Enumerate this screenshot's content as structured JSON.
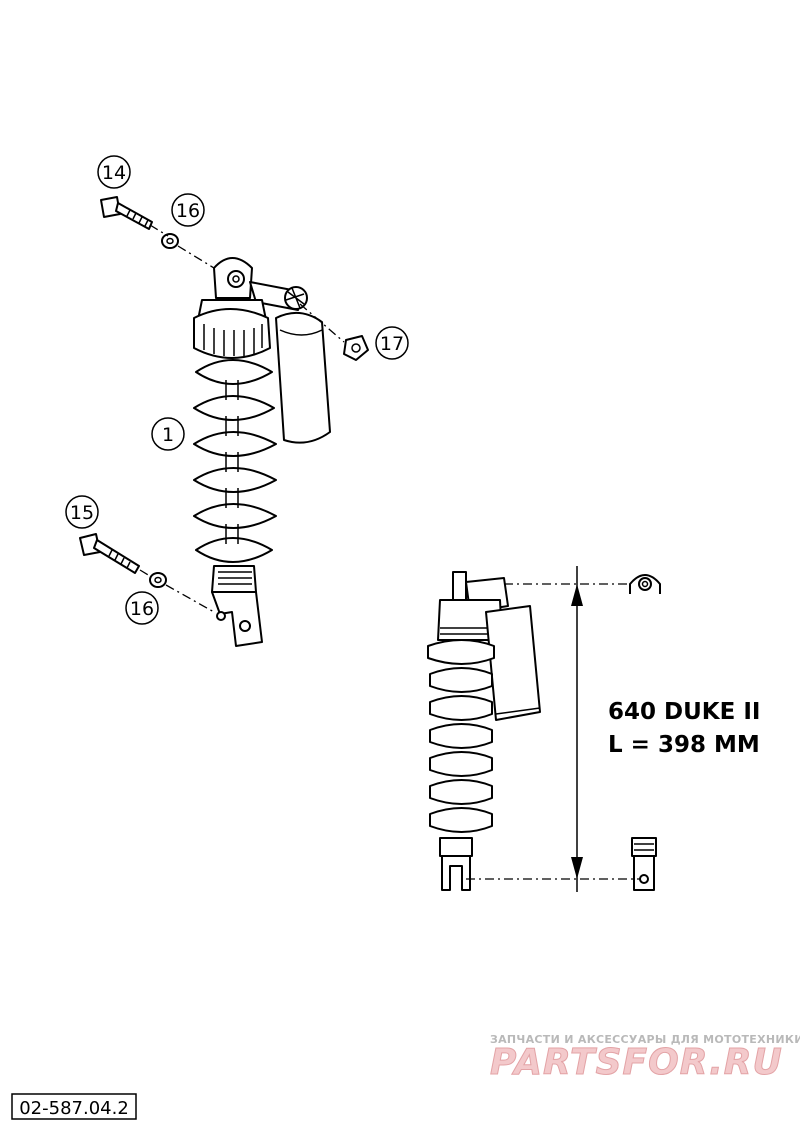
{
  "callouts": [
    {
      "id": "c14",
      "label": "14"
    },
    {
      "id": "c16a",
      "label": "16"
    },
    {
      "id": "c17",
      "label": "17"
    },
    {
      "id": "c1",
      "label": "1"
    },
    {
      "id": "c15",
      "label": "15"
    },
    {
      "id": "c16b",
      "label": "16"
    }
  ],
  "spec": {
    "model": "640  DUKE II",
    "length": "L = 398 MM"
  },
  "watermark": {
    "subtitle": "ЗАПЧАСТИ И АКСЕССУАРЫ ДЛЯ МОТОТЕХНИКИ",
    "brand": "PARTSFOR.RU"
  },
  "diagram_ref": "02-587.04.2"
}
